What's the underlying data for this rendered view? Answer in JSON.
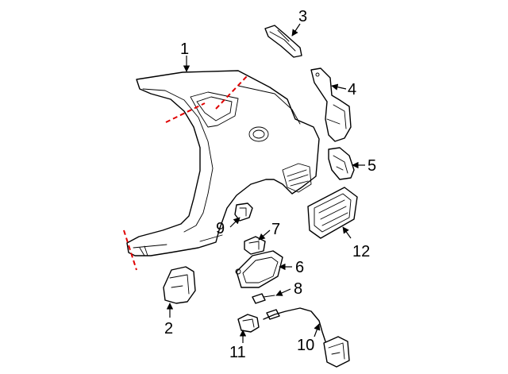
{
  "callouts": {
    "c1": "1",
    "c2": "2",
    "c3": "3",
    "c4": "4",
    "c5": "5",
    "c6": "6",
    "c7": "7",
    "c8": "8",
    "c9": "9",
    "c10": "10",
    "c11": "11",
    "c12": "12"
  },
  "colors": {
    "line": "#000000",
    "cut_line": "#e00000",
    "background": "#ffffff"
  }
}
